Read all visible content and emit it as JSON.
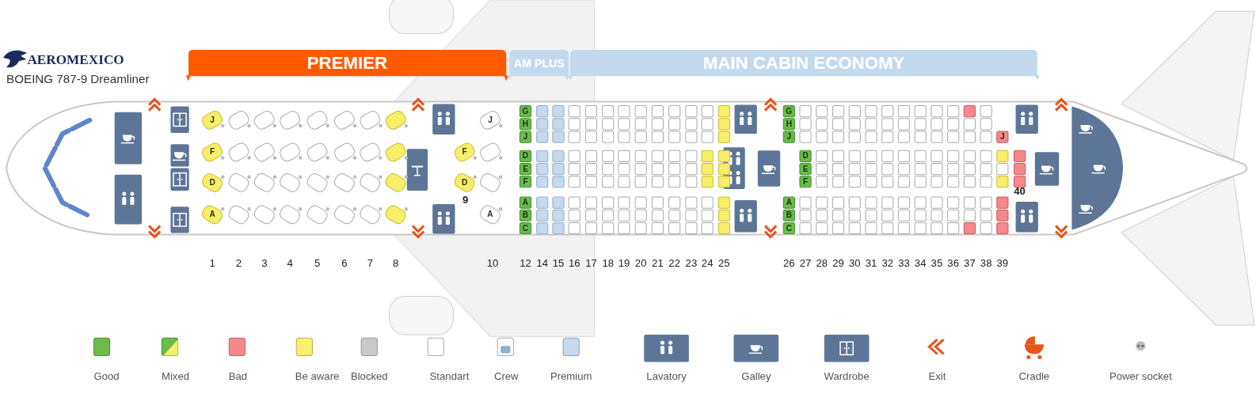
{
  "diagram": {
    "title": "BOEING 787-9 Dreamliner",
    "nodes": [
      {
        "text": [
          "PREMIER"
        ]
      },
      {
        "text": [
          "AM PLUS"
        ]
      },
      {
        "text": [
          "MAIN CABIN ECONOMY"
        ]
      }
    ],
    "labels": [
      "AEROMEXICO",
      "J",
      "F",
      "D",
      "A",
      "F",
      "D",
      "J",
      "A",
      "G",
      "H",
      "J",
      "D",
      "E",
      "F",
      "A",
      "B",
      "C",
      "G",
      "H",
      "J",
      "A",
      "B",
      "C",
      "D",
      "E",
      "F",
      "J",
      "9",
      "40",
      "1",
      "2",
      "3",
      "4",
      "5",
      "6",
      "7",
      "8",
      "10",
      "12",
      "14",
      "15",
      "16",
      "17",
      "18",
      "19",
      "20",
      "21",
      "22",
      "23",
      "24",
      "25",
      "26",
      "27",
      "28",
      "29",
      "30",
      "31",
      "32",
      "33",
      "34",
      "35",
      "36",
      "37",
      "38",
      "39"
    ],
    "legend": [
      {
        "text": "Good",
        "color": "#6cbb4a"
      },
      {
        "text": "Mixed"
      },
      {
        "text": "Bad",
        "color": "#f4888d"
      },
      {
        "text": "Be aware",
        "color": "#f7f06a"
      },
      {
        "text": "Blocked",
        "color": "#c9c9c9"
      },
      {
        "text": "Standart",
        "color": "#ffffff"
      },
      {
        "text": "Crew"
      },
      {
        "text": "Premium",
        "color": "#c6d9ee"
      },
      {
        "text": "Lavatory"
      },
      {
        "text": "Galley"
      },
      {
        "text": "Wardrobe"
      },
      {
        "text": "Exit"
      },
      {
        "text": "Cradle"
      },
      {
        "text": "Power socket"
      }
    ]
  }
}
